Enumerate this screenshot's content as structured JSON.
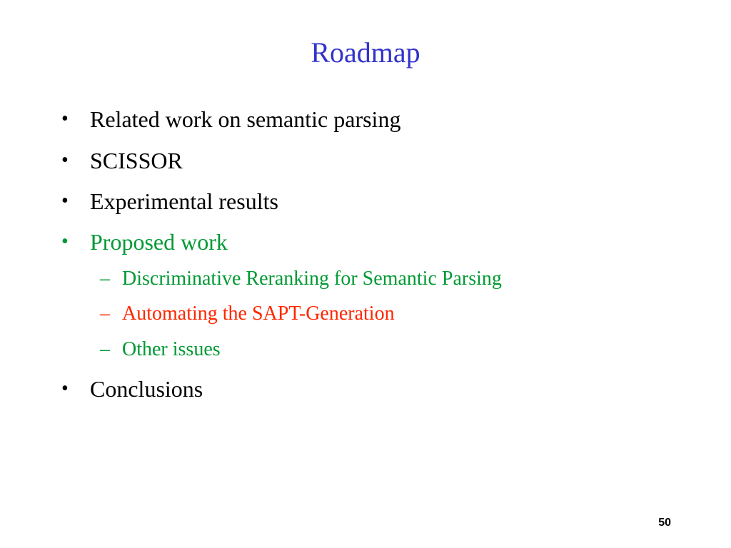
{
  "slide": {
    "title": "Roadmap",
    "page_number": "50",
    "colors": {
      "title": "#3333cc",
      "black": "#000000",
      "green": "#009933",
      "red": "#ff2600"
    },
    "bullets": [
      {
        "marker": "•",
        "text": "Related work on semantic parsing",
        "color": "#000000"
      },
      {
        "marker": "•",
        "text": "SCISSOR",
        "color": "#000000"
      },
      {
        "marker": "•",
        "text": "Experimental results",
        "color": "#000000"
      },
      {
        "marker": "•",
        "text": "Proposed work",
        "color": "#009933"
      },
      {
        "marker": "–",
        "text": "Discriminative Reranking for Semantic Parsing",
        "color": "#009933"
      },
      {
        "marker": "–",
        "text": "Automating the SAPT-Generation",
        "color": "#ff2600"
      },
      {
        "marker": "–",
        "text": "Other issues",
        "color": "#009933"
      },
      {
        "marker": "•",
        "text": "Conclusions",
        "color": "#000000"
      }
    ]
  }
}
